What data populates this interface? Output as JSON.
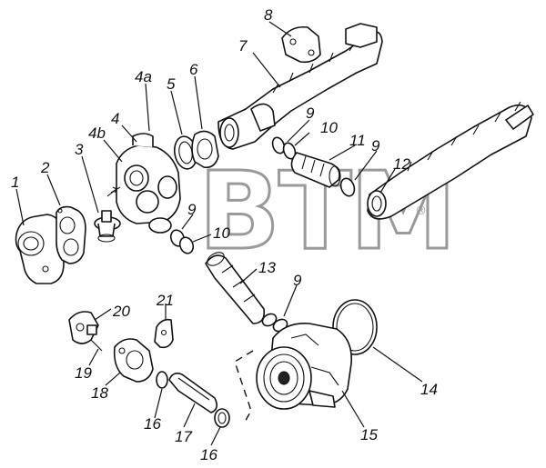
{
  "watermark": {
    "text": "BTM",
    "mark": "®"
  },
  "callouts": [
    "1",
    "2",
    "3",
    "4b",
    "4",
    "4a",
    "5",
    "6",
    "7",
    "8",
    "9",
    "10",
    "11",
    "9",
    "12",
    "9",
    "10",
    "13",
    "9",
    "14",
    "15",
    "16",
    "17",
    "16",
    "18",
    "19",
    "20",
    "21"
  ]
}
